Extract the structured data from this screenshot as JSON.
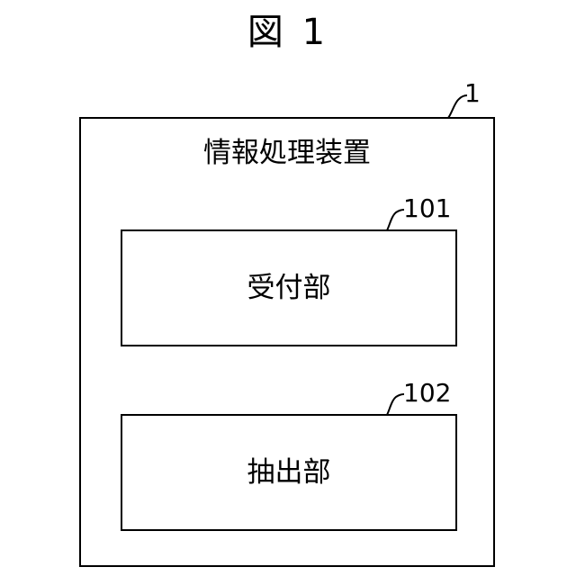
{
  "figure_title": "図 1",
  "device": {
    "ref": "1",
    "label": "情報処理装置"
  },
  "units": [
    {
      "ref": "101",
      "label": "受付部"
    },
    {
      "ref": "102",
      "label": "抽出部"
    }
  ]
}
